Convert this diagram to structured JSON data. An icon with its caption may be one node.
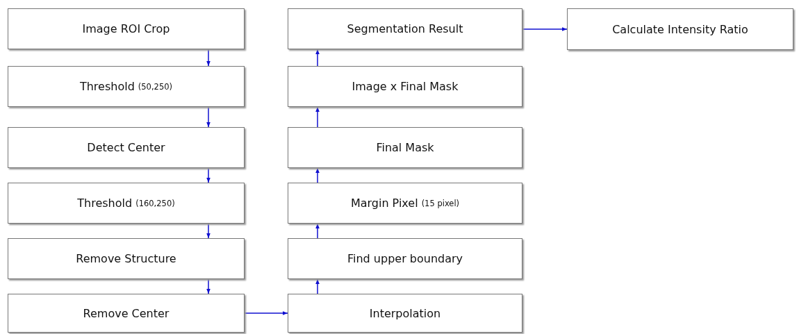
{
  "diagram": {
    "nodes": [
      {
        "text": [
          "Image ROI Crop"
        ]
      },
      {
        "text": [
          "Threshold",
          "(50,250)"
        ]
      },
      {
        "text": [
          "Detect Center"
        ]
      },
      {
        "text": [
          "Threshold",
          "(160,250)"
        ]
      },
      {
        "text": [
          "Remove Structure"
        ]
      },
      {
        "text": [
          "Remove Center"
        ]
      },
      {
        "text": [
          "Segmentation Result"
        ]
      },
      {
        "text": [
          "Image x Final Mask"
        ]
      },
      {
        "text": [
          "Final Mask"
        ]
      },
      {
        "text": [
          "Margin Pixel",
          "(15 pixel)"
        ]
      },
      {
        "text": [
          "Find upper boundary"
        ]
      },
      {
        "text": [
          "Interpolation"
        ]
      },
      {
        "text": [
          "Calculate Intensity Ratio"
        ]
      }
    ],
    "edges": [
      {
        "from": 0,
        "to": 1,
        "arrow": "to"
      },
      {
        "from": 1,
        "to": 2,
        "arrow": "to"
      },
      {
        "from": 2,
        "to": 3,
        "arrow": "to"
      },
      {
        "from": 3,
        "to": 4,
        "arrow": "to"
      },
      {
        "from": 4,
        "to": 5,
        "arrow": "to"
      },
      {
        "from": 5,
        "to": 11,
        "arrow": "to"
      },
      {
        "from": 11,
        "to": 10,
        "arrow": "to"
      },
      {
        "from": 10,
        "to": 9,
        "arrow": "to"
      },
      {
        "from": 9,
        "to": 8,
        "arrow": "to"
      },
      {
        "from": 8,
        "to": 7,
        "arrow": "to"
      },
      {
        "from": 7,
        "to": 6,
        "arrow": "to"
      },
      {
        "from": 6,
        "to": 12,
        "arrow": "to"
      }
    ]
  }
}
